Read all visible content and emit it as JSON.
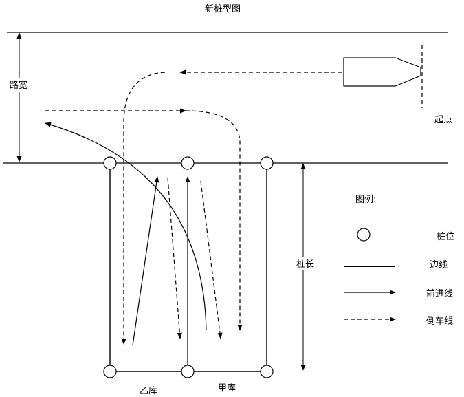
{
  "title": "新桩型图",
  "labels": {
    "road_width": "路宽",
    "start_point": "起点",
    "pile_length": "桩长",
    "bay_b": "乙库",
    "bay_a": "甲库"
  },
  "legend": {
    "title": "图例:",
    "items": [
      {
        "key": "pile",
        "label": "桩位"
      },
      {
        "key": "edge",
        "label": "边线"
      },
      {
        "key": "forward",
        "label": "前进线"
      },
      {
        "key": "reverse",
        "label": "倒车线"
      }
    ]
  },
  "colors": {
    "line": "#000000",
    "background": "#ffffff"
  }
}
